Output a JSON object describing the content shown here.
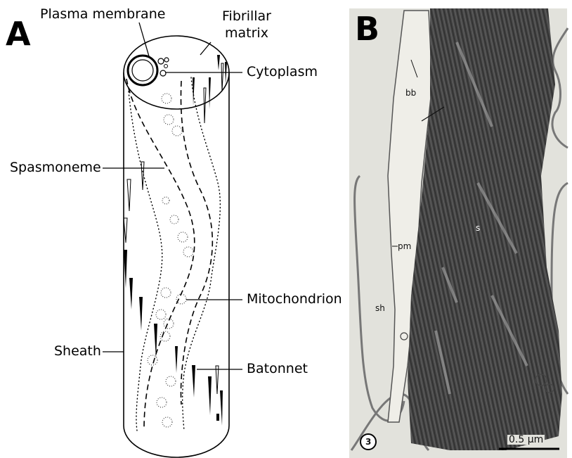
{
  "panel_a": {
    "letter": "A",
    "labels": {
      "plasma_membrane": "Plasma membrane",
      "fibrillar_matrix_1": "Fibrillar",
      "fibrillar_matrix_2": "matrix",
      "cytoplasm": "Cytoplasm",
      "spasmoneme": "Spasmoneme",
      "mitochondrion": "Mitochondrion",
      "sheath": "Sheath",
      "batonnet": "Batonnet"
    }
  },
  "panel_b": {
    "letter": "B",
    "labels": {
      "bb": "bb",
      "pm": "pm",
      "s": "s",
      "sh": "sh",
      "figure_number": "3",
      "scale_bar": "0.5 μm"
    }
  }
}
